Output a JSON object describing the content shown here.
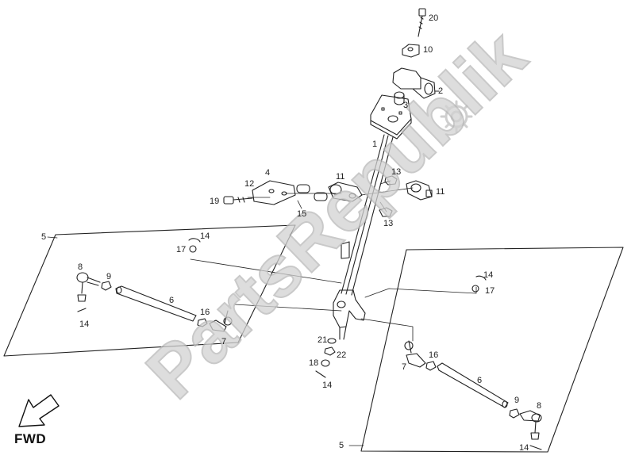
{
  "watermark": "PartsRepublik",
  "direction_label": "FWD",
  "callouts": {
    "c20": "20",
    "c10": "10",
    "c2": "2",
    "c3": "3",
    "c1": "1",
    "c4": "4",
    "c12": "12",
    "c19": "19",
    "c15": "15",
    "c11a": "11",
    "c11b": "11",
    "c13a": "13",
    "c13b": "13",
    "c5a": "5",
    "c14a": "14",
    "c17a": "17",
    "c8a": "8",
    "c9a": "9",
    "c6a": "6",
    "c14b": "14",
    "c16a": "16",
    "c7a": "7",
    "c21": "21",
    "c22": "22",
    "c18": "18",
    "c14c": "14",
    "c14d": "14",
    "c17b": "17",
    "c16b": "16",
    "c7b": "7",
    "c6b": "6",
    "c9b": "9",
    "c8b": "8",
    "c14e": "14",
    "c5b": "5"
  }
}
